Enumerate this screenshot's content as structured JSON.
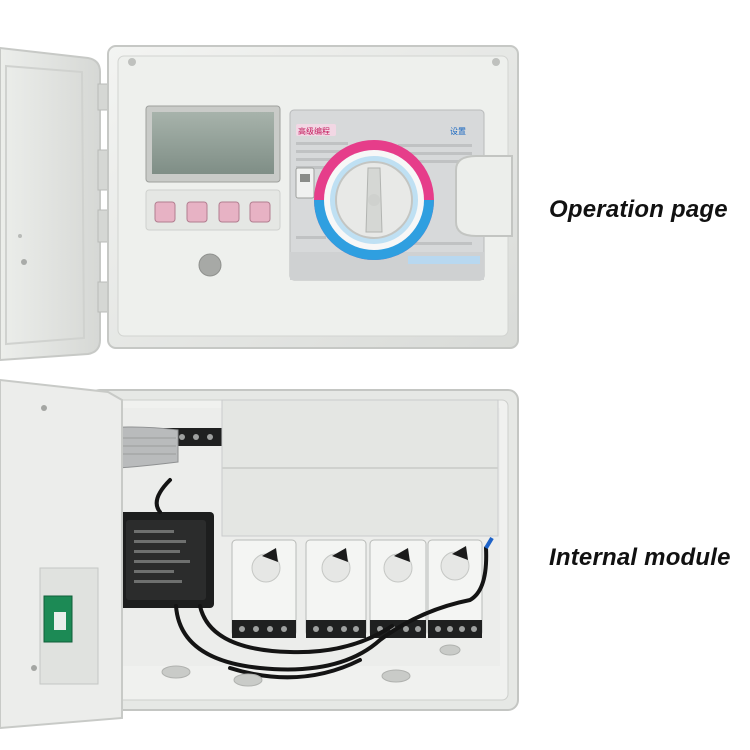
{
  "captions": {
    "top": "Operation page",
    "bottom": "Internal module"
  },
  "panel_labels": {
    "advanced_programming": "高级编程",
    "settings": "设置"
  },
  "colors": {
    "background": "#ffffff",
    "housing": "#e9ebe8",
    "panel": "#d7d9da",
    "dial_blue": "#2f9fe0",
    "dial_pink": "#e63d8a",
    "button_pink": "#e7b2c4",
    "lcd": "#8f9e95",
    "pcb_green": "#1c8a55"
  },
  "icons": {
    "buttons": "four-square-buttons",
    "dial": "rotary-dial-icon",
    "indicator": "round-indicator-icon"
  }
}
